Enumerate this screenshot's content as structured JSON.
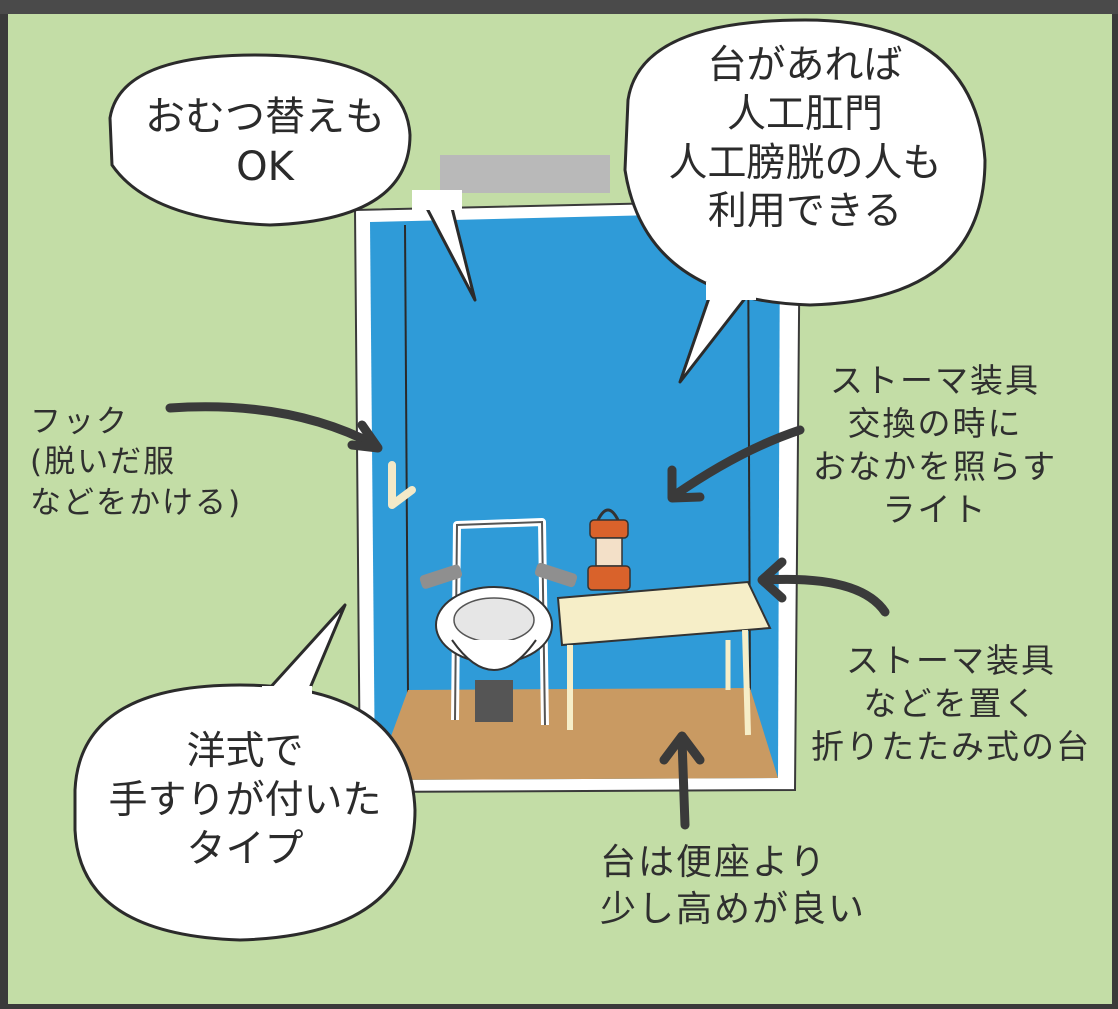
{
  "bubbles": {
    "diaper": {
      "line1": "おむつ替えも",
      "line2": "OK"
    },
    "ostomy": {
      "line1": "台があれば",
      "line2": "人工肛門",
      "line3": "人工膀胱の人も",
      "line4": "利用できる"
    },
    "western": {
      "line1": "洋式で",
      "line2": "手すりが付いた",
      "line3": "タイプ"
    }
  },
  "notes": {
    "hook": {
      "line1": "フック",
      "line2": "(脱いだ服",
      "line3": "などをかける)"
    },
    "light": {
      "line1": "ストーマ装具",
      "line2": "交換の時に",
      "line3": "おなかを照らす",
      "line4": "ライト"
    },
    "table": {
      "line1": "ストーマ装具",
      "line2": "などを置く",
      "line3": "折りたたみ式の台"
    },
    "height": {
      "line1": "台は便座より",
      "line2": "少し高めが良い"
    }
  },
  "colors": {
    "background": "#c3dda6",
    "wall": "#2f9bd8",
    "floor": "#c99a62",
    "frame": "#3a3a3a",
    "table_top": "#f6eec8",
    "lantern": "#d9622b"
  }
}
